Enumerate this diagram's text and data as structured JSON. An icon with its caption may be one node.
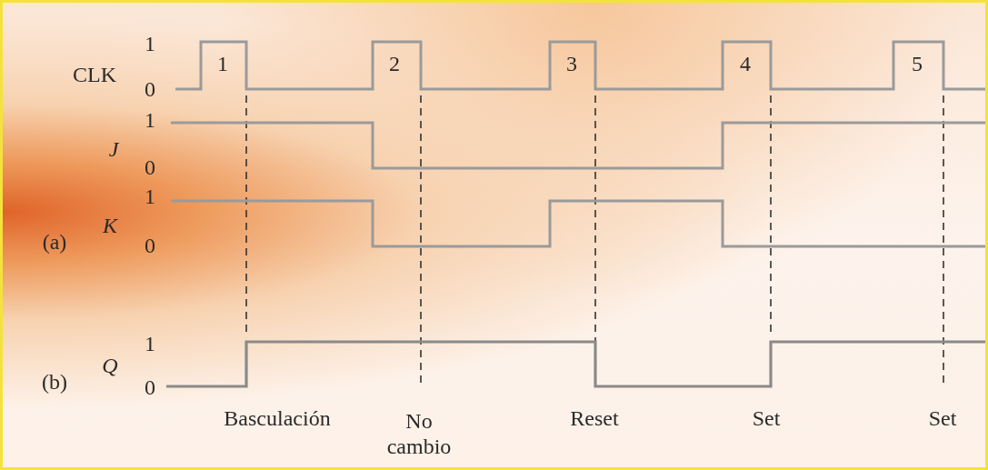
{
  "diagram": {
    "labels": [
      "1",
      "1",
      "2",
      "3",
      "4",
      "5",
      "CLK",
      "0",
      "1",
      "J",
      "0",
      "1",
      "K",
      "(a)",
      "0",
      "1",
      "Q",
      "(b)",
      "0",
      "Basculación",
      "No cambio",
      "Reset",
      "Set",
      "Set"
    ]
  }
}
